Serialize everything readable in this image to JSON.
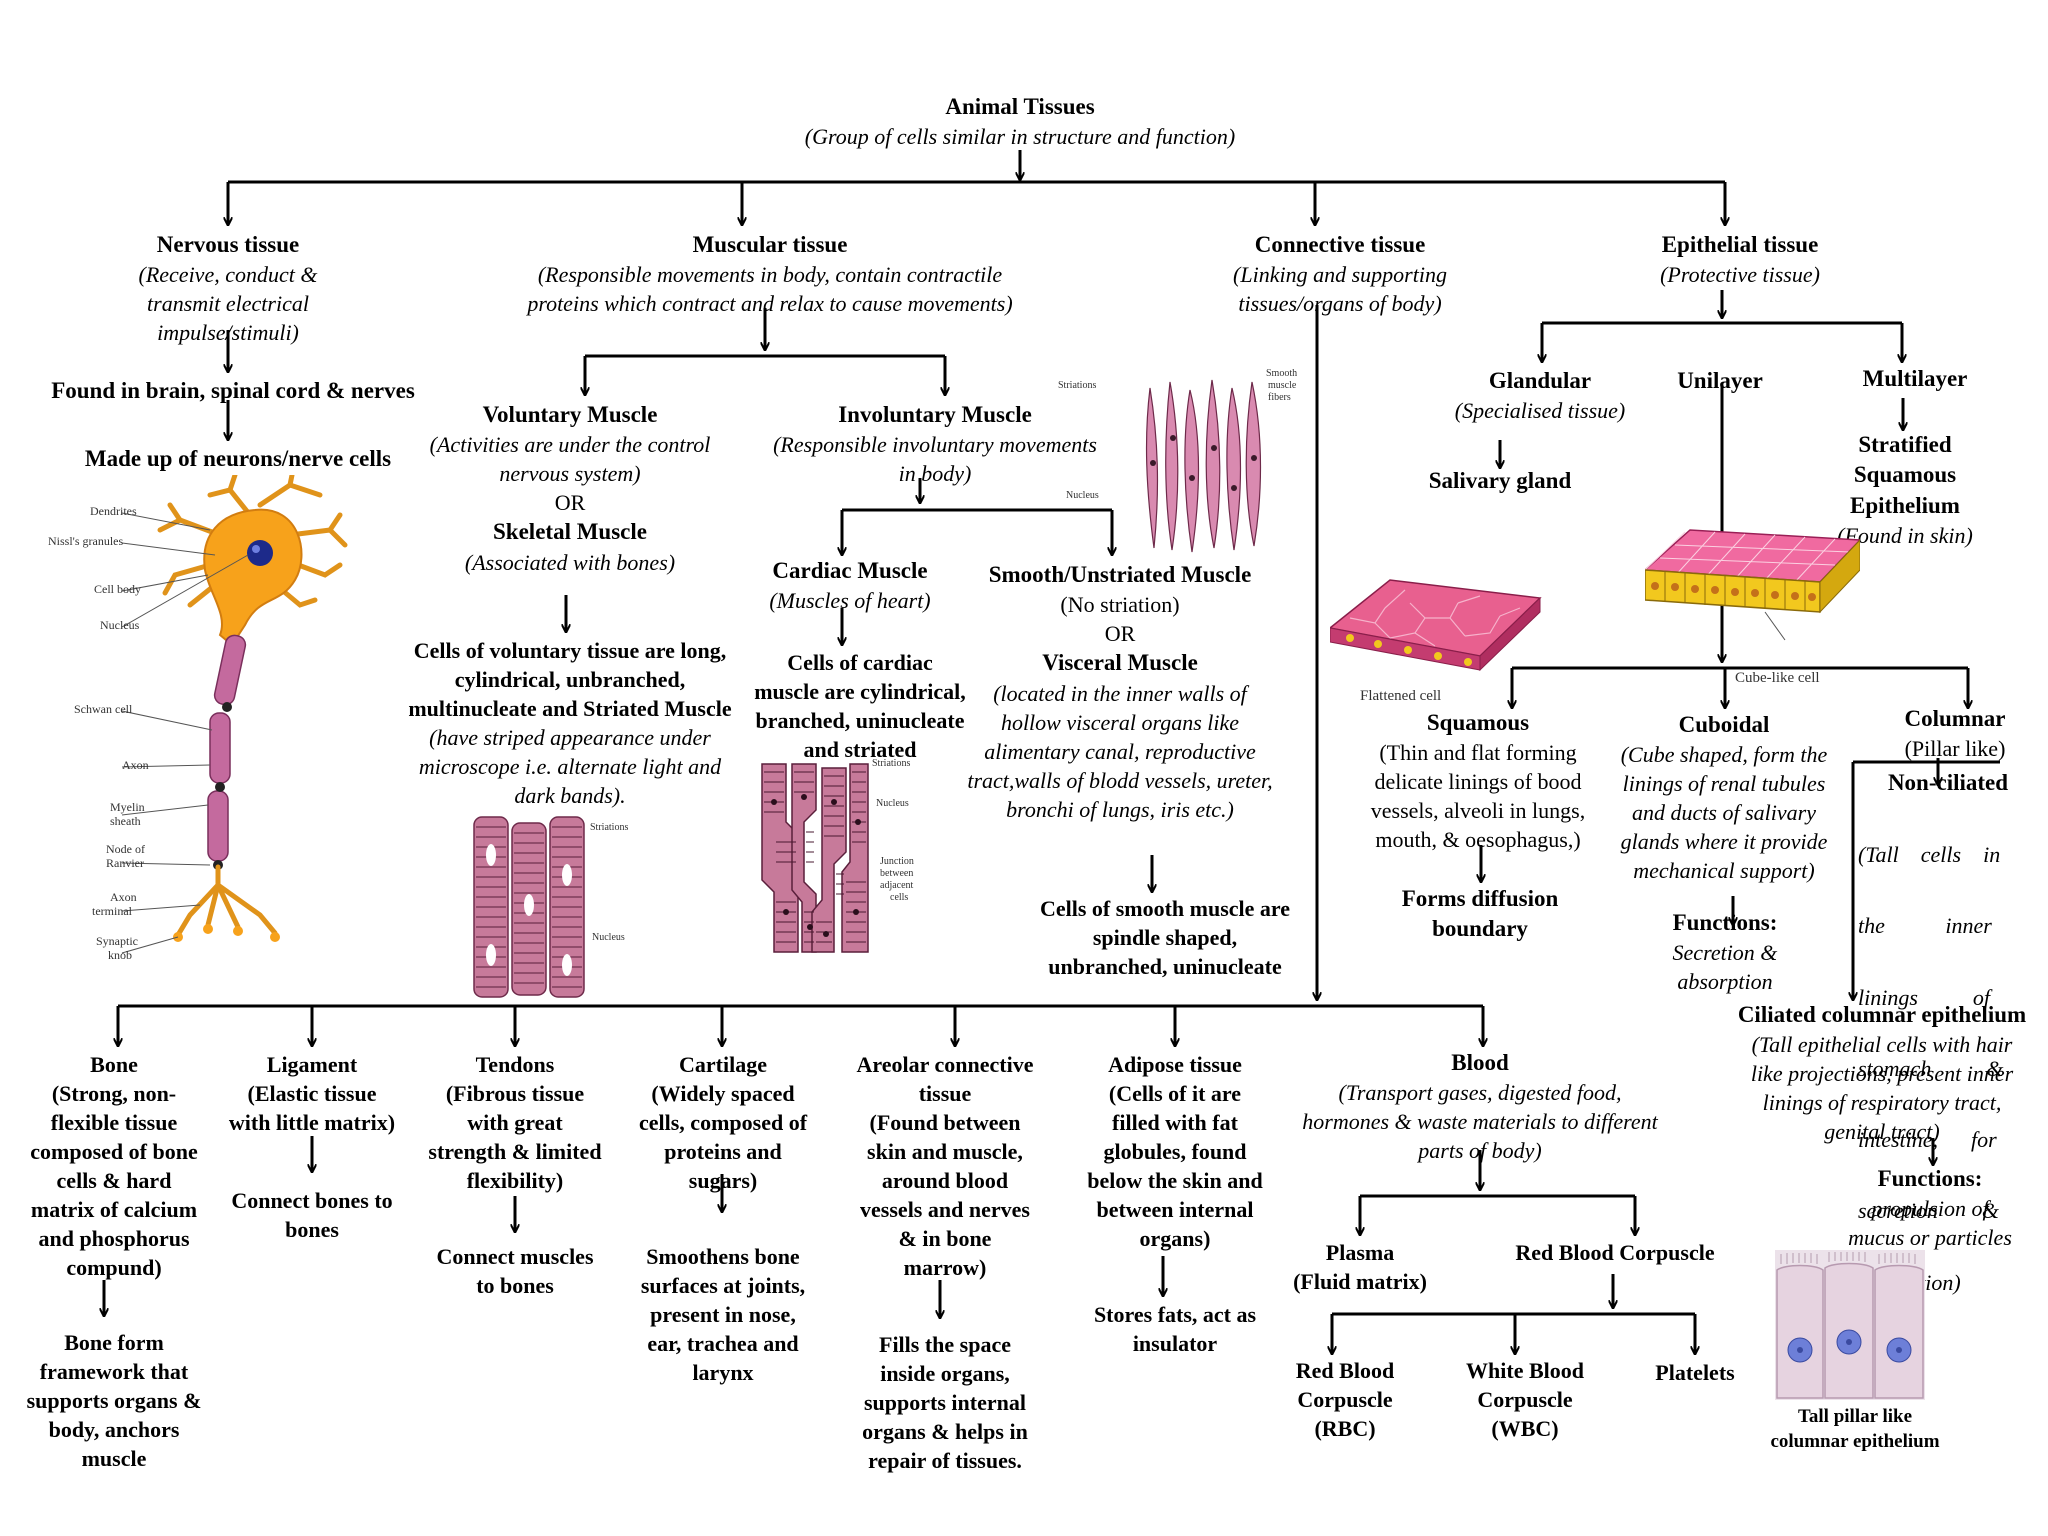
{
  "root": {
    "title": "Animal Tissues",
    "desc": "(Group of cells similar in structure and function)"
  },
  "nervous": {
    "title": "Nervous tissue",
    "desc": [
      "(Receive, conduct &",
      "transmit electrical",
      "impulse/stimuli)"
    ],
    "found": "Found in brain, spinal cord & nerves",
    "made": "Made up of neurons/nerve cells",
    "labels": [
      "Dendrites",
      "Nissl's granules",
      "Cell body",
      "Nucleus",
      "Schwan cell",
      "Axon",
      "Myelin",
      "sheath",
      "Node of",
      "Ranvier",
      "Axon",
      "terminal",
      "Synaptic",
      "knob"
    ]
  },
  "muscular": {
    "title": "Muscular tissue",
    "desc": [
      "(Responsible movements in body, contain contractile",
      "proteins which contract and relax to cause movements)"
    ],
    "voluntary": {
      "title": "Voluntary Muscle",
      "desc": [
        "(Activities  are under the control",
        "nervous system)"
      ],
      "or": "OR",
      "alt": "Skeletal Muscle",
      "alt_desc": "(Associated with bones)",
      "cells": [
        "Cells of voluntary tissue are long,",
        "cylindrical, unbranched,",
        "multinucleate and Striated  Muscle"
      ],
      "cells_desc": [
        "(have striped appearance under",
        "microscope i.e.  alternate light and",
        "dark bands)."
      ],
      "labels": [
        "Striations",
        "Nucleus"
      ]
    },
    "involuntary": {
      "title": "Involuntary Muscle",
      "desc": [
        "(Responsible involuntary movements",
        "in body)"
      ],
      "labels": [
        "Striations",
        "Nucleus",
        "Smooth",
        "muscle",
        "fibers"
      ]
    },
    "cardiac": {
      "title": "Cardiac Muscle",
      "desc": "(Muscles of heart)",
      "cells": [
        "Cells of cardiac",
        "muscle are cylindrical,",
        "branched, uninucleate",
        "and striated"
      ],
      "labels": [
        "Striations",
        "Nucleus",
        "Junction",
        "between",
        "adjacent",
        "cells"
      ]
    },
    "smooth": {
      "title": "Smooth/Unstriated Muscle",
      "desc": "(No striation)",
      "or": "OR",
      "alt": "Visceral Muscle",
      "alt_desc": [
        "(located in the inner walls of",
        "hollow visceral organs like",
        "alimentary canal, reproductive",
        "tract,walls of blodd vessels, ureter,",
        "bronchi of lungs, iris etc.)"
      ],
      "cells": [
        "Cells of smooth muscle are",
        "spindle shaped,",
        "unbranched, uninucleate"
      ]
    }
  },
  "connective": {
    "title": "Connective tissue",
    "desc": [
      "(Linking and supporting",
      "tissues/organs of body)"
    ],
    "bone": {
      "title": [
        "Bone",
        "(Strong, non-",
        "flexible tissue",
        "composed of bone",
        "cells & hard",
        "matrix of calcium",
        "and phosphorus",
        "compund)"
      ],
      "fn": [
        "Bone form",
        "framework that",
        "supports organs &",
        "body, anchors",
        "muscle"
      ]
    },
    "ligament": {
      "title": [
        "Ligament",
        "(Elastic tissue",
        "with little matrix)"
      ],
      "fn": [
        "Connect bones to",
        "bones"
      ]
    },
    "tendons": {
      "title": [
        "Tendons",
        "(Fibrous tissue",
        "with great",
        "strength & limited",
        "flexibility)"
      ],
      "fn": [
        "Connect muscles",
        "to bones"
      ]
    },
    "cartilage": {
      "title": [
        "Cartilage",
        "(Widely spaced",
        "cells, composed of",
        "proteins and",
        "sugars)"
      ],
      "fn": [
        "Smoothens bone",
        "surfaces at joints,",
        "present in nose,",
        "ear, trachea and",
        "larynx"
      ]
    },
    "areolar": {
      "title": [
        "Areolar connective",
        "tissue",
        "(Found between",
        "skin and muscle,",
        "around blood",
        "vessels and nerves",
        "& in bone",
        "marrow)"
      ],
      "fn": [
        "Fills the space",
        "inside organs,",
        "supports internal",
        "organs & helps in",
        "repair of tissues."
      ]
    },
    "adipose": {
      "title": [
        "Adipose tissue",
        "(Cells of it are",
        "filled with fat",
        "globules, found",
        "below the skin and",
        "between internal",
        "organs)"
      ],
      "fn": [
        "Stores fats, act as",
        "insulator"
      ]
    },
    "blood": {
      "title": "Blood",
      "desc": [
        "(Transport gases, digested food,",
        "hormones & waste materials to different",
        "parts of body)"
      ],
      "plasma": [
        "Plasma",
        "(Fluid matrix)"
      ],
      "rbc_parent": "Red Blood  Corpuscle",
      "rbc": [
        "Red Blood",
        "Corpuscle",
        "(RBC)"
      ],
      "wbc": [
        "White Blood",
        "Corpuscle",
        "(WBC)"
      ],
      "platelets": "Platelets"
    }
  },
  "epithelial": {
    "title": "Epithelial tissue",
    "desc": "(Protective tissue)",
    "glandular": {
      "title": "Glandular",
      "desc": "(Specialised tissue)",
      "example": "Salivary gland"
    },
    "unilayer": {
      "title": "Unilayer"
    },
    "multilayer": {
      "title": "Multilayer",
      "sub": [
        "Stratified",
        "Squamous",
        "Epithelium"
      ],
      "sub_desc": "(Found in skin)"
    },
    "flattened_label": "Flattened cell",
    "cube_label": "Cube-like cell",
    "squamous": {
      "title": "Squamous",
      "desc": [
        "(Thin and flat forming",
        "delicate linings of bood",
        "vessels, alveoli in lungs,",
        "mouth, & oesophagus,)"
      ],
      "fn": [
        "Forms diffusion",
        "boundary"
      ]
    },
    "cuboidal": {
      "title": "Cuboidal",
      "desc": [
        "(Cube shaped, form the",
        "linings of renal tubules",
        "and ducts of salivary",
        "glands where it provide",
        "mechanical support)"
      ],
      "fn_title": "Functions:",
      "fn": [
        "Secretion &",
        "absorption"
      ]
    },
    "columnar": {
      "title": "Columnar",
      "desc": "(Pillar like)",
      "nonciliated": "Non-ciliated",
      "nonciliated_desc": [
        "(Tall    cells    in",
        "the           inner",
        "linings          of",
        "stomach          &",
        "intestine,      for",
        "secretion        &",
        "absorption)"
      ],
      "ciliated": "Ciliated columnar epithelium",
      "ciliated_desc": [
        "(Tall epithelial  cells with hair",
        "like projections,  present inner",
        "linings of  respiratory tract,",
        "genital tract)"
      ],
      "fn_title": "Functions:",
      "fn": [
        "propulsion of",
        "mucus or particles"
      ],
      "img_label": [
        "Tall pillar like",
        "columnar epithelium"
      ]
    }
  },
  "colors": {
    "neuron_body": "#f7a21b",
    "neuron_nucleus": "#1d2a8a",
    "muscle": "#c77a9a",
    "squamous": "#e8608f",
    "cuboidal": "#f06aa0",
    "cube_base": "#f2c81e"
  }
}
